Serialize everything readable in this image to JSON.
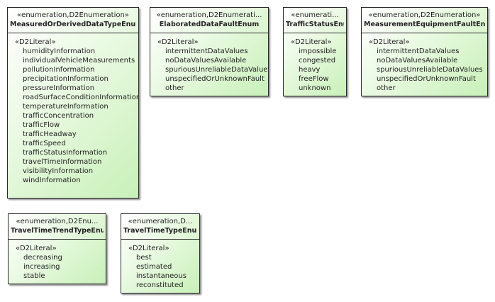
{
  "enums": [
    {
      "stereotype": "«enumeration,D2Enumeration»",
      "name": "MeasuredOrDerivedDataTypeEnum",
      "literal_stereotype": "«D2Literal»",
      "literals": [
        "humidityInformation",
        "individualVehicleMeasurements",
        "pollutionInformation",
        "precipitationInformation",
        "pressureInformation",
        "roadSurfaceConditionInformation",
        "temperatureInformation",
        "trafficConcentration",
        "trafficFlow",
        "trafficHeadway",
        "trafficSpeed",
        "trafficStatusInformation",
        "travelTimeInformation",
        "visibilityInformation",
        "windInformation"
      ]
    },
    {
      "stereotype": "«enumeration,D2Enumerati...",
      "name": "ElaboratedDataFaultEnum",
      "literal_stereotype": "«D2Literal»",
      "literals": [
        "intermittentDataValues",
        "noDataValuesAvailable",
        "spuriousUnreliableDataValues",
        "unspecifiedOrUnknownFault",
        "other"
      ]
    },
    {
      "stereotype": "«enumerati...",
      "name": "TrafficStatusEnum",
      "literal_stereotype": "«D2Literal»",
      "literals": [
        "impossible",
        "congested",
        "heavy",
        "freeFlow",
        "unknown"
      ]
    },
    {
      "stereotype": "«enumeration,D2Enumeration»",
      "name": "MeasurementEquipmentFaultEnum",
      "literal_stereotype": "«D2Literal»",
      "literals": [
        "intermittentDataValues",
        "noDataValuesAvailable",
        "spuriousUnreliableDataValues",
        "unspecifiedOrUnknownFault",
        "other"
      ]
    },
    {
      "stereotype": "«enumeration,D2Enu...",
      "name": "TravelTimeTrendTypeEnum",
      "literal_stereotype": "«D2Literal»",
      "literals": [
        "decreasing",
        "increasing",
        "stable"
      ]
    },
    {
      "stereotype": "«enumeration,D...",
      "name": "TravelTimeTypeEnum",
      "literal_stereotype": "«D2Literal»",
      "literals": [
        "best",
        "estimated",
        "instantaneous",
        "reconstituted"
      ]
    }
  ]
}
